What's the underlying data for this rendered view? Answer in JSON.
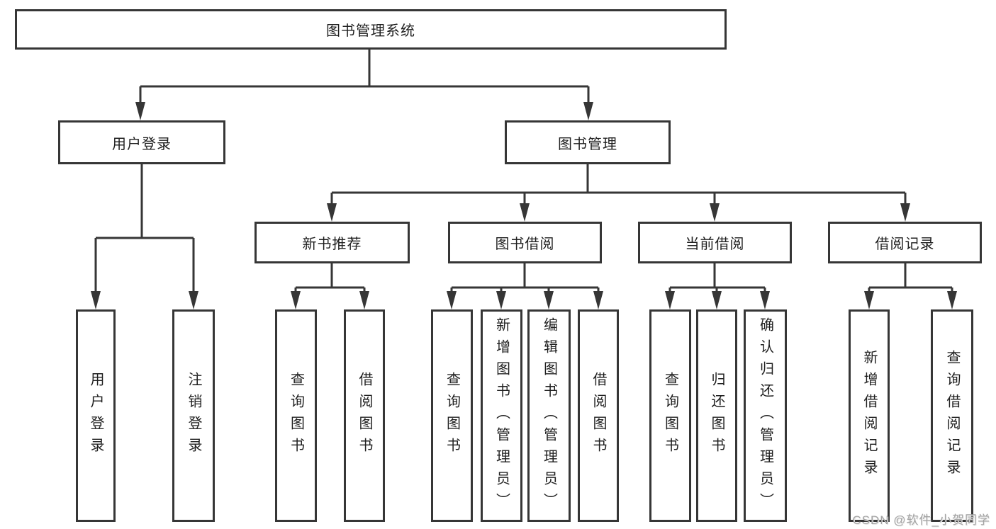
{
  "title": {
    "label": "图书管理系统"
  },
  "branches": {
    "login": {
      "label": "用户登录",
      "children": {
        "login": {
          "label": "用户登录"
        },
        "logout": {
          "label": "注销登录"
        }
      }
    },
    "books": {
      "label": "图书管理",
      "children": {
        "recommend": {
          "label": "新书推荐",
          "children": {
            "query": {
              "label": "查询图书"
            },
            "borrow": {
              "label": "借阅图书"
            }
          }
        },
        "borrowing": {
          "label": "图书借阅",
          "children": {
            "query": {
              "label": "查询图书"
            },
            "add": {
              "label": "新增图书（管理员）"
            },
            "edit": {
              "label": "编辑图书（管理员）"
            },
            "borrow": {
              "label": "借阅图书"
            }
          }
        },
        "current": {
          "label": "当前借阅",
          "children": {
            "query": {
              "label": "查询图书"
            },
            "return": {
              "label": "归还图书"
            },
            "confirm": {
              "label": "确认归还（管理员）"
            }
          }
        },
        "records": {
          "label": "借阅记录",
          "children": {
            "add": {
              "label": "新增借阅记录"
            },
            "query": {
              "label": "查询借阅记录"
            }
          }
        }
      }
    }
  },
  "watermark": {
    "text": "CSDN @软件_小贺同学"
  },
  "style": {
    "line_color": "#363636",
    "box_background": "#ffffff",
    "watermark_color": "#a3a3a3"
  }
}
